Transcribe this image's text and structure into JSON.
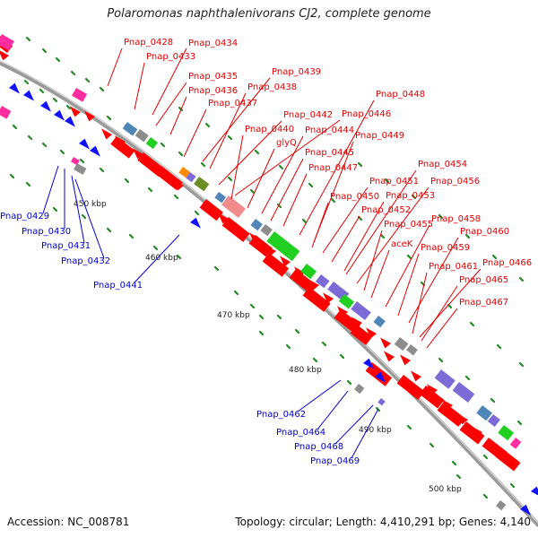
{
  "title": "Polaromonas naphthalenivorans CJ2, complete genome",
  "footer": {
    "accession": "Accession: NC_008781",
    "summary": "Topology: circular; Length: 4,410,291 bp; Genes: 4,140"
  },
  "colors": {
    "backbone": "#8c8c8c",
    "forward_label": "#e00000",
    "reverse_label": "#0000d0",
    "tick": "#1e8c1e",
    "feature_red": "#ff0000",
    "feature_blue": "#1010ff",
    "feature_magenta": "#ff2da0",
    "feature_green": "#20d020",
    "feature_purple": "#7a6bd6",
    "feature_steel": "#4f86b8",
    "feature_gray": "#8c8c8c",
    "feature_salmon": "#f08c8c",
    "feature_orange": "#ff8c00",
    "feature_olive": "#6b8e23"
  },
  "scale_labels": [
    "450 kbp",
    "460 kbp",
    "470 kbp",
    "480 kbp",
    "490 kbp",
    "500 kbp"
  ],
  "forward_genes": [
    "Pnap_0428",
    "Pnap_0434",
    "Pnap_0433",
    "Pnap_0435",
    "Pnap_0436",
    "Pnap_0437",
    "Pnap_0439",
    "Pnap_0438",
    "Pnap_0442",
    "Pnap_0446",
    "Pnap_0440",
    "glyQ",
    "Pnap_0444",
    "Pnap_0445",
    "Pnap_0447",
    "Pnap_0448",
    "Pnap_0449",
    "Pnap_0450",
    "Pnap_0451",
    "Pnap_0452",
    "Pnap_0453",
    "Pnap_0454",
    "Pnap_0456",
    "Pnap_0455",
    "aceK",
    "Pnap_0458",
    "Pnap_0459",
    "Pnap_0460",
    "Pnap_0461",
    "Pnap_0466",
    "Pnap_0465",
    "Pnap_0467"
  ],
  "reverse_genes": [
    "Pnap_0429",
    "Pnap_0430",
    "Pnap_0431",
    "Pnap_0432",
    "Pnap_0441",
    "Pnap_0462",
    "Pnap_0464",
    "Pnap_0468",
    "Pnap_0469"
  ]
}
